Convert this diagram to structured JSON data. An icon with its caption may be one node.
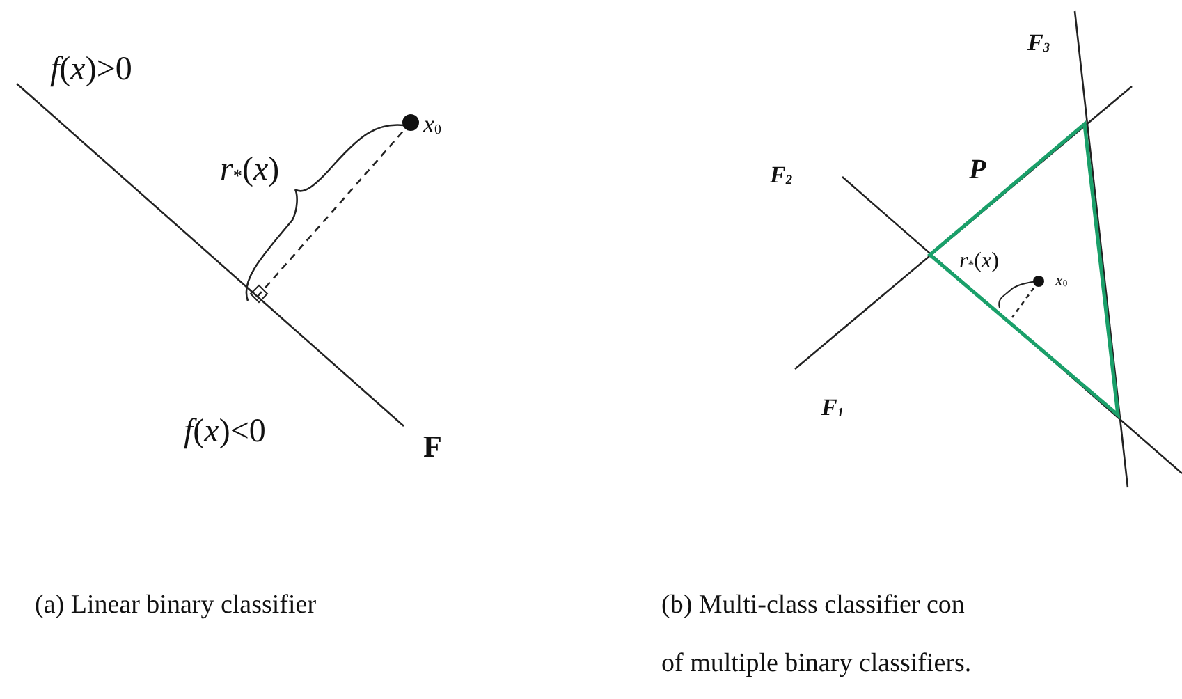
{
  "diagram": {
    "labels": [
      "*f*(*x*)>0",
      "F$_{3}$",
      "*r*$_{*}$(*x*)",
      "*x*$_{0}$",
      "F$_{2}$",
      "P",
      "*r*$_{*}$(*x*)",
      "*x*$_{0}$",
      "F$_{1}$",
      "*f*(*x*)<0",
      "F",
      "(a) Linear binary classifier",
      "(b) Multi-class classifier con",
      "of multiple binary classifiers."
    ]
  }
}
